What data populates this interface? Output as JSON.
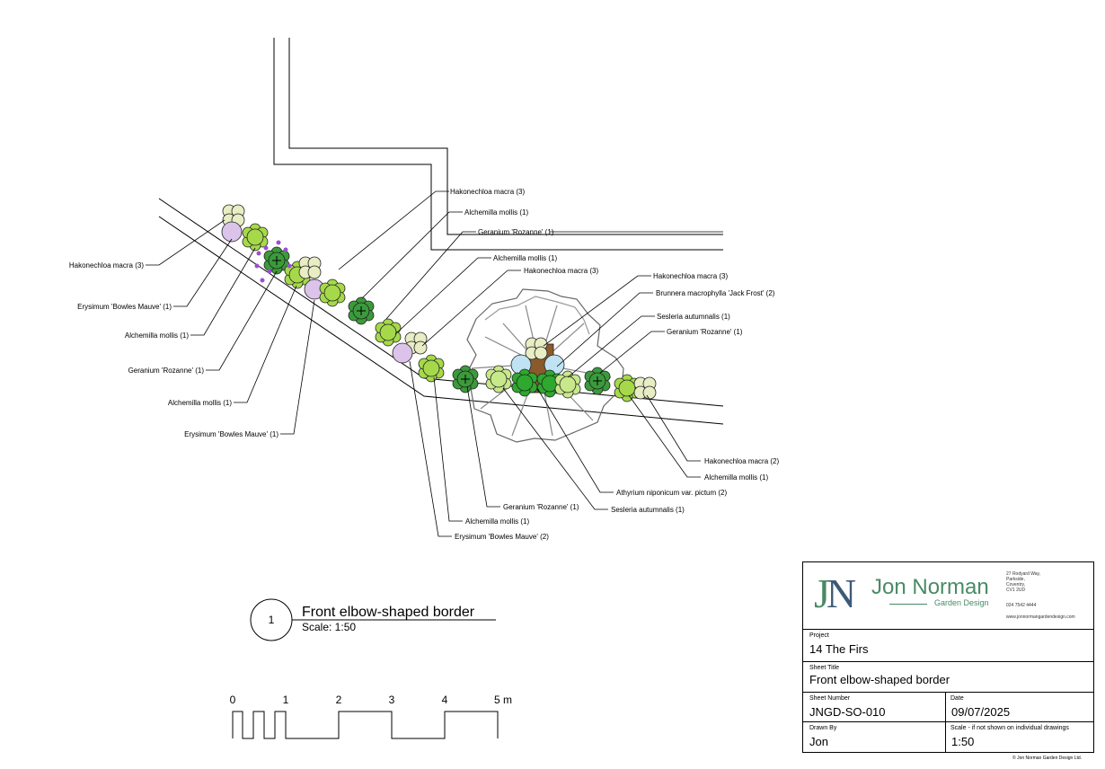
{
  "drawing": {
    "view_number": "1",
    "view_title": "Front elbow-shaped border",
    "view_scale": "Scale: 1:50"
  },
  "scale_bar": {
    "labels": [
      "0",
      "1",
      "2",
      "3",
      "4",
      "5 m"
    ]
  },
  "labels": [
    "Hakonechloa macra (3)",
    "Alchemilla mollis (1)",
    "Geranium 'Rozanne' (1)",
    "Alchemilla mollis (1)",
    "Hakonechloa macra (3)",
    "Hakonechloa macra (3)",
    "Brunnera macrophylla 'Jack Frost' (2)",
    "Sesleria autumnalis (1)",
    "Geranium 'Rozanne' (1)",
    "Hakonechloa macra (2)",
    "Alchemilla mollis (1)",
    "Athyrium niponicum var. pictum  (2)",
    "Sesleria autumnalis (1)",
    "Geranium 'Rozanne' (1)",
    "Alchemilla mollis (1)",
    "Erysimum 'Bowles Mauve' (2)",
    "Hakonechloa macra (3)",
    "Erysimum 'Bowles Mauve' (1)",
    "Alchemilla mollis (1)",
    "Geranium 'Rozanne' (1)",
    "Alchemilla mollis (1)",
    "Erysimum 'Bowles Mauve' (1)"
  ],
  "plant_colors": {
    "hakonechloa": "#e8edc4",
    "erysimum": "#dcc3ea",
    "alchemilla": "#a6d94a",
    "geranium": "#3b9a3b",
    "geranium_flowers": "#9b4fd0",
    "brunnera": "#bfe3f3",
    "sesleria": "#c8e88a",
    "athyrium": "#2ea82e",
    "tree_trunk": "#8b5a2b"
  },
  "title_block": {
    "logo_mark": "JN",
    "company": "Jon Norman",
    "company_sub": "Garden Design",
    "address": "27 Rodyard Way,\nParkside,\nCoventry,\nCV1 2UD",
    "phone": "024 7542 4444",
    "website": "www.jonnormangardendesign.com",
    "project_label": "Project",
    "project": "14 The Firs",
    "sheet_title_label": "Sheet Title",
    "sheet_title": "Front elbow-shaped border",
    "sheet_number_label": "Sheet Number",
    "sheet_number": "JNGD-SO-010",
    "date_label": "Date",
    "date": "09/07/2025",
    "drawn_by_label": "Drawn By",
    "drawn_by": "Jon",
    "scale_label": "Scale - if not shown on individual drawings",
    "scale": "1:50",
    "copyright": "© Jon Norman Garden Design Ltd."
  }
}
